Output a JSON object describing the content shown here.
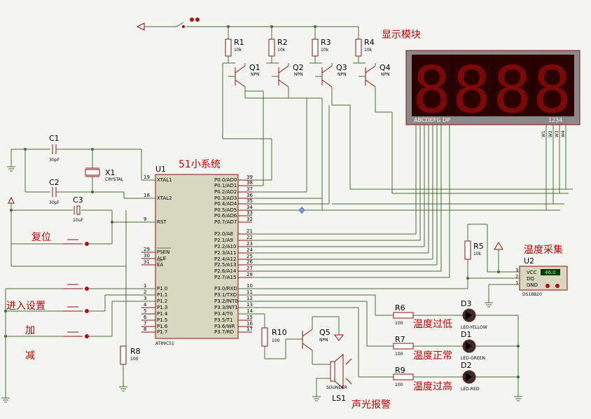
{
  "labels": {
    "display_module": "显示模块",
    "mcu_system": "51小系统",
    "reset": "复位",
    "enter_settings": "进入设置",
    "plus": "加",
    "minus": "减",
    "temp_acquire": "温度采集",
    "temp_low": "温度过低",
    "temp_normal": "温度正常",
    "temp_high": "温度过高",
    "sound_light_alarm": "声光报警"
  },
  "mcu": {
    "ref": "U1",
    "part": "AT89C51",
    "left_pins": [
      {
        "num": "19",
        "name": "XTAL1"
      },
      {
        "num": "18",
        "name": "XTAL2"
      },
      {
        "num": "9",
        "name": "RST"
      },
      {
        "num": "29",
        "name": "PSEN"
      },
      {
        "num": "30",
        "name": "ALE"
      },
      {
        "num": "31",
        "name": "EA"
      },
      {
        "num": "1",
        "name": "P1.0"
      },
      {
        "num": "2",
        "name": "P1.1"
      },
      {
        "num": "3",
        "name": "P1.2"
      },
      {
        "num": "4",
        "name": "P1.3"
      },
      {
        "num": "5",
        "name": "P1.4"
      },
      {
        "num": "6",
        "name": "P1.5"
      },
      {
        "num": "7",
        "name": "P1.6"
      },
      {
        "num": "8",
        "name": "P1.7"
      }
    ],
    "right_pins": [
      {
        "num": "39",
        "name": "P0.0/AD0"
      },
      {
        "num": "38",
        "name": "P0.1/AD1"
      },
      {
        "num": "37",
        "name": "P0.2/AD2"
      },
      {
        "num": "36",
        "name": "P0.3/AD3"
      },
      {
        "num": "35",
        "name": "P0.4/AD4"
      },
      {
        "num": "34",
        "name": "P0.5/AD5"
      },
      {
        "num": "33",
        "name": "P0.6/AD6"
      },
      {
        "num": "32",
        "name": "P0.7/AD7"
      },
      {
        "num": "21",
        "name": "P2.0/A8"
      },
      {
        "num": "22",
        "name": "P2.1/A9"
      },
      {
        "num": "23",
        "name": "P2.2/A10"
      },
      {
        "num": "24",
        "name": "P2.3/A11"
      },
      {
        "num": "25",
        "name": "P2.4/A12"
      },
      {
        "num": "26",
        "name": "P2.5/A13"
      },
      {
        "num": "27",
        "name": "P2.6/A14"
      },
      {
        "num": "28",
        "name": "P2.7/A15"
      },
      {
        "num": "10",
        "name": "P3.0/RXD"
      },
      {
        "num": "11",
        "name": "P3.1/TXD"
      },
      {
        "num": "12",
        "name": "P3.2/INT0"
      },
      {
        "num": "13",
        "name": "P3.3/INT1"
      },
      {
        "num": "14",
        "name": "P3.4/T0"
      },
      {
        "num": "15",
        "name": "P3.5/T1"
      },
      {
        "num": "16",
        "name": "P3.6/WR"
      },
      {
        "num": "17",
        "name": "P3.7/RD"
      }
    ]
  },
  "resistors": {
    "R1": {
      "ref": "R1",
      "value": "10k"
    },
    "R2": {
      "ref": "R2",
      "value": "10k"
    },
    "R3": {
      "ref": "R3",
      "value": "10k"
    },
    "R4": {
      "ref": "R4",
      "value": "10k"
    },
    "R5": {
      "ref": "R5",
      "value": "10k"
    },
    "R6": {
      "ref": "R6",
      "value": "100"
    },
    "R7": {
      "ref": "R7",
      "value": "100"
    },
    "R8": {
      "ref": "R8",
      "value": "100"
    },
    "R9": {
      "ref": "R9",
      "value": "100"
    },
    "R10": {
      "ref": "R10",
      "value": "100"
    }
  },
  "transistors": {
    "Q1": {
      "ref": "Q1",
      "type": "NPN"
    },
    "Q2": {
      "ref": "Q2",
      "type": "NPN"
    },
    "Q3": {
      "ref": "Q3",
      "type": "NPN"
    },
    "Q4": {
      "ref": "Q4",
      "type": "NPN"
    },
    "Q5": {
      "ref": "Q5",
      "type": "NPN"
    }
  },
  "capacitors": {
    "C1": {
      "ref": "C1",
      "value": "30pF"
    },
    "C2": {
      "ref": "C2",
      "value": "30pF"
    },
    "C3": {
      "ref": "C3",
      "value": "10uF"
    }
  },
  "crystal": {
    "ref": "X1",
    "part": "CRYSTAL"
  },
  "leds": {
    "D3": {
      "ref": "D3",
      "part": "LED-YELLOW"
    },
    "D1": {
      "ref": "D1",
      "part": "LED-GREEN"
    },
    "D2": {
      "ref": "D2",
      "part": "LED-RED"
    }
  },
  "sensor": {
    "ref": "U2",
    "part": "DS18B20",
    "reading": "46.0",
    "pins": [
      {
        "num": "3",
        "name": "VCC"
      },
      {
        "num": "2",
        "name": "DQ"
      },
      {
        "num": "1",
        "name": "GND"
      }
    ]
  },
  "buzzer": {
    "ref": "LS1",
    "part": "SOUNDER"
  },
  "display": {
    "segments_label": "ABCDEFG  DP",
    "digits_label": "1234",
    "digit_glyph": "8",
    "com_pins": [
      "W1",
      "W2",
      "W3",
      "W4"
    ]
  },
  "colors": {
    "wire": "#4a6b3a",
    "component": "#8b1010",
    "annotation": "#c00000",
    "display_bg": "#2a0000",
    "segment_off": "#7a0a0a"
  }
}
